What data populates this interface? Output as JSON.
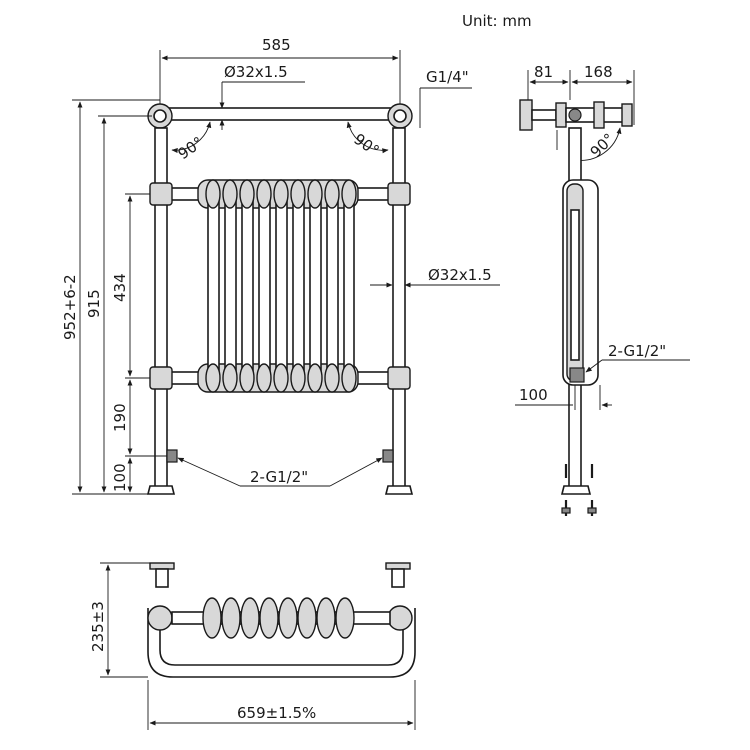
{
  "unit_label": "Unit: mm",
  "front_view": {
    "width_top": "585",
    "rail_diameter_top": "Ø32x1.5",
    "vent_thread": "G1/4\"",
    "angle_left": "90°",
    "angle_right": "90°",
    "rail_diameter_side": "Ø32x1.5",
    "overall_height": "952+6-2",
    "height_915": "915",
    "height_434": "434",
    "height_190": "190",
    "height_100": "100",
    "inlet_thread": "2-G1/2\""
  },
  "side_view": {
    "depth_81": "81",
    "depth_168": "168",
    "angle": "90°",
    "inlet_thread": "2-G1/2\"",
    "offset_100": "100"
  },
  "top_view": {
    "depth": "235±3",
    "overall_width": "659±1.5%"
  }
}
